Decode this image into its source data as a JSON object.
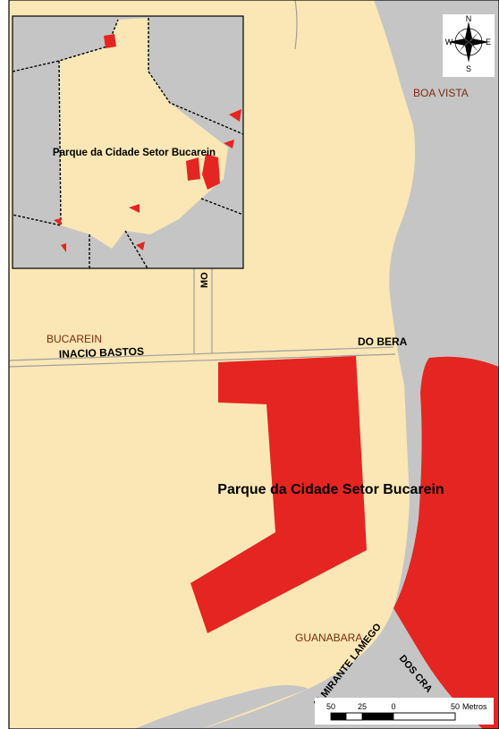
{
  "colors": {
    "land": "#FBE7B5",
    "water": "#C5C5C5",
    "park": "#E52521",
    "border": "#000000",
    "district_label": "#7A2B10",
    "street_line": "#9E9E9E"
  },
  "inset": {
    "park_label": "Parque da Cidade Setor Bucarein"
  },
  "main": {
    "park_label": "Parque da Cidade Setor Bucarein"
  },
  "labels": {
    "boa_vista": "BOA VISTA",
    "bucarein": "BUCAREIN",
    "guanabara": "GUANABARA",
    "inacio_bastos": "INACIO BASTOS",
    "do_bera": "DO BERA",
    "mo": "MO",
    "almirante_lamego": "ALMIRANTE LAMEGO",
    "dos_cra": "DOS CRA"
  },
  "compass": {
    "icon": "compass-rose-icon",
    "n": "N",
    "s": "S",
    "e": "E",
    "w": "W"
  },
  "scale_bar": {
    "ticks": [
      "50",
      "25",
      "0",
      "50"
    ],
    "unit": "Metros"
  }
}
